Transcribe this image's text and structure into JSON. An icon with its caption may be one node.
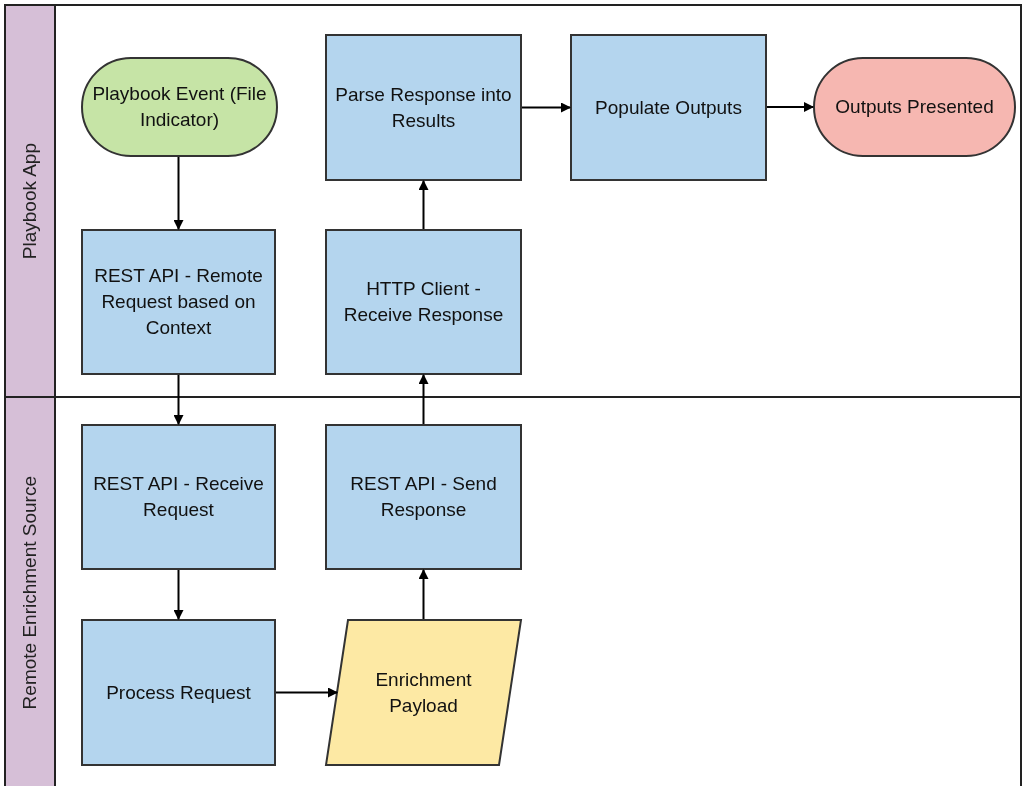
{
  "diagram": {
    "nodes": [
      {
        "text": [
          "Playbook App"
        ]
      },
      {
        "text": [
          "Remote Enrichment Source"
        ]
      },
      {
        "text": [
          "Playbook Event (File Indicator)"
        ],
        "in": 0
      },
      {
        "text": [
          "Parse Response into Results"
        ],
        "in": 0
      },
      {
        "text": [
          "Populate Outputs"
        ],
        "in": 0
      },
      {
        "text": [
          "Outputs Presented"
        ],
        "in": 0
      },
      {
        "text": [
          "REST API - Remote Request based on Context"
        ],
        "in": 0
      },
      {
        "text": [
          "HTTP Client - Receive Response"
        ],
        "in": 0
      },
      {
        "text": [
          "REST API - Receive Request"
        ],
        "in": 1
      },
      {
        "text": [
          "REST API - Send Response"
        ],
        "in": 1
      },
      {
        "text": [
          "Process Request"
        ],
        "in": 1
      },
      {
        "text": [
          "Enrichment Payload"
        ],
        "in": 1
      }
    ],
    "edges": [
      {
        "from": 2,
        "to": 6,
        "arrow": "to"
      },
      {
        "from": 6,
        "to": 8,
        "arrow": "to"
      },
      {
        "from": 8,
        "to": 10,
        "arrow": "to"
      },
      {
        "from": 10,
        "to": 11,
        "arrow": "to"
      },
      {
        "from": 11,
        "to": 9,
        "arrow": "to"
      },
      {
        "from": 9,
        "to": 7,
        "arrow": "to"
      },
      {
        "from": 7,
        "to": 3,
        "arrow": "to"
      },
      {
        "from": 3,
        "to": 4,
        "arrow": "to"
      },
      {
        "from": 4,
        "to": 5,
        "arrow": "to"
      }
    ]
  }
}
